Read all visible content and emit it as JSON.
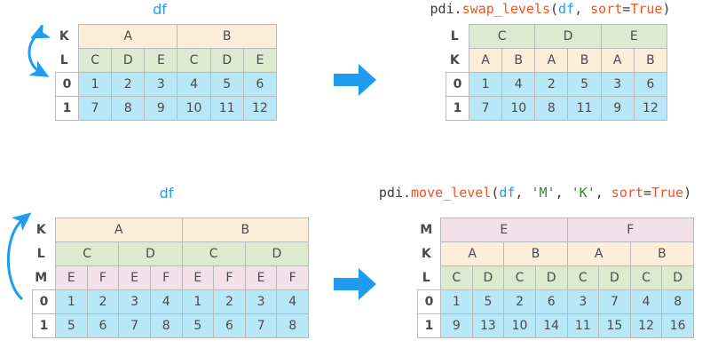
{
  "theme": {
    "level_k_color": "#fdeed9",
    "level_l_color": "#dcebd0",
    "level_m_color": "#f2e1e9",
    "value_color": "#b8e8f7",
    "index_color": "#ffffff",
    "accent_blue": "#1f9cf0",
    "code_fn_color": "#f4511e",
    "code_str_color": "#3c7d3c",
    "label_green": "#2d6a2d",
    "border_color": "#b9b9b9"
  },
  "rows": [
    {
      "name": "swap-levels-row",
      "source": {
        "caption": "df",
        "caption_tokens": [
          {
            "t": "df",
            "c": "var"
          }
        ],
        "level_labels": [
          "K",
          "L"
        ],
        "header_levels": [
          {
            "name": "K",
            "fill": "k",
            "cells": [
              {
                "label": "A",
                "span": 3
              },
              {
                "label": "B",
                "span": 3
              }
            ]
          },
          {
            "name": "L",
            "fill": "l",
            "cells": [
              {
                "label": "C",
                "span": 1
              },
              {
                "label": "D",
                "span": 1
              },
              {
                "label": "E",
                "span": 1
              },
              {
                "label": "C",
                "span": 1
              },
              {
                "label": "D",
                "span": 1
              },
              {
                "label": "E",
                "span": 1
              }
            ]
          }
        ],
        "index": [
          "0",
          "1"
        ],
        "values": [
          [
            "1",
            "2",
            "3",
            "4",
            "5",
            "6"
          ],
          [
            "7",
            "8",
            "9",
            "10",
            "11",
            "12"
          ]
        ]
      },
      "annotation": {
        "type": "swap-arrow",
        "labels": [
          "K",
          "L"
        ]
      },
      "result": {
        "caption": "pdi.swap_levels(df, sort=True)",
        "caption_tokens": [
          {
            "t": "pdi.",
            "c": "mod"
          },
          {
            "t": "swap_levels",
            "c": "fn"
          },
          {
            "t": "(",
            "c": "punc"
          },
          {
            "t": "df",
            "c": "var"
          },
          {
            "t": ", ",
            "c": "punc"
          },
          {
            "t": "sort",
            "c": "kw"
          },
          {
            "t": "=",
            "c": "punc"
          },
          {
            "t": "True",
            "c": "kw"
          },
          {
            "t": ")",
            "c": "punc"
          }
        ],
        "level_labels": [
          "L",
          "K"
        ],
        "header_levels": [
          {
            "name": "L",
            "fill": "l",
            "cells": [
              {
                "label": "C",
                "span": 2
              },
              {
                "label": "D",
                "span": 2
              },
              {
                "label": "E",
                "span": 2
              }
            ]
          },
          {
            "name": "K",
            "fill": "k",
            "cells": [
              {
                "label": "A",
                "span": 1
              },
              {
                "label": "B",
                "span": 1
              },
              {
                "label": "A",
                "span": 1
              },
              {
                "label": "B",
                "span": 1
              },
              {
                "label": "A",
                "span": 1
              },
              {
                "label": "B",
                "span": 1
              }
            ]
          }
        ],
        "index": [
          "0",
          "1"
        ],
        "values": [
          [
            "1",
            "4",
            "2",
            "5",
            "3",
            "6"
          ],
          [
            "7",
            "10",
            "8",
            "11",
            "9",
            "12"
          ]
        ]
      }
    },
    {
      "name": "move-level-row",
      "source": {
        "caption": "df",
        "caption_tokens": [
          {
            "t": "df",
            "c": "var"
          }
        ],
        "level_labels": [
          "K",
          "L",
          "M"
        ],
        "header_levels": [
          {
            "name": "K",
            "fill": "k",
            "cells": [
              {
                "label": "A",
                "span": 4
              },
              {
                "label": "B",
                "span": 4
              }
            ]
          },
          {
            "name": "L",
            "fill": "l",
            "cells": [
              {
                "label": "C",
                "span": 2
              },
              {
                "label": "D",
                "span": 2
              },
              {
                "label": "C",
                "span": 2
              },
              {
                "label": "D",
                "span": 2
              }
            ]
          },
          {
            "name": "M",
            "fill": "m",
            "cells": [
              {
                "label": "E",
                "span": 1
              },
              {
                "label": "F",
                "span": 1
              },
              {
                "label": "E",
                "span": 1
              },
              {
                "label": "F",
                "span": 1
              },
              {
                "label": "E",
                "span": 1
              },
              {
                "label": "F",
                "span": 1
              },
              {
                "label": "E",
                "span": 1
              },
              {
                "label": "F",
                "span": 1
              }
            ]
          }
        ],
        "index": [
          "0",
          "1"
        ],
        "values": [
          [
            "1",
            "2",
            "3",
            "4",
            "1",
            "2",
            "3",
            "4"
          ],
          [
            "5",
            "6",
            "7",
            "8",
            "5",
            "6",
            "7",
            "8"
          ]
        ]
      },
      "annotation": {
        "type": "move-arrow",
        "labels": [
          "K",
          "L",
          "M"
        ]
      },
      "result": {
        "caption": "pdi.move_level(df, 'M', 'K', sort=True)",
        "caption_tokens": [
          {
            "t": "pdi.",
            "c": "mod"
          },
          {
            "t": "move_level",
            "c": "fn"
          },
          {
            "t": "(",
            "c": "punc"
          },
          {
            "t": "df",
            "c": "var"
          },
          {
            "t": ", ",
            "c": "punc"
          },
          {
            "t": "'M'",
            "c": "str"
          },
          {
            "t": ", ",
            "c": "punc"
          },
          {
            "t": "'K'",
            "c": "str"
          },
          {
            "t": ", ",
            "c": "punc"
          },
          {
            "t": "sort",
            "c": "kw"
          },
          {
            "t": "=",
            "c": "punc"
          },
          {
            "t": "True",
            "c": "kw"
          },
          {
            "t": ")",
            "c": "punc"
          }
        ],
        "level_labels": [
          "M",
          "K",
          "L"
        ],
        "header_levels": [
          {
            "name": "M",
            "fill": "m",
            "cells": [
              {
                "label": "E",
                "span": 4
              },
              {
                "label": "F",
                "span": 4
              }
            ]
          },
          {
            "name": "K",
            "fill": "k",
            "cells": [
              {
                "label": "A",
                "span": 2
              },
              {
                "label": "B",
                "span": 2
              },
              {
                "label": "A",
                "span": 2
              },
              {
                "label": "B",
                "span": 2
              }
            ]
          },
          {
            "name": "L",
            "fill": "l",
            "cells": [
              {
                "label": "C",
                "span": 1
              },
              {
                "label": "D",
                "span": 1
              },
              {
                "label": "C",
                "span": 1
              },
              {
                "label": "D",
                "span": 1
              },
              {
                "label": "C",
                "span": 1
              },
              {
                "label": "D",
                "span": 1
              },
              {
                "label": "C",
                "span": 1
              },
              {
                "label": "D",
                "span": 1
              }
            ]
          }
        ],
        "index": [
          "0",
          "1"
        ],
        "values": [
          [
            "1",
            "5",
            "2",
            "6",
            "3",
            "7",
            "4",
            "8"
          ],
          [
            "9",
            "13",
            "10",
            "14",
            "11",
            "15",
            "12",
            "16"
          ]
        ]
      }
    }
  ]
}
